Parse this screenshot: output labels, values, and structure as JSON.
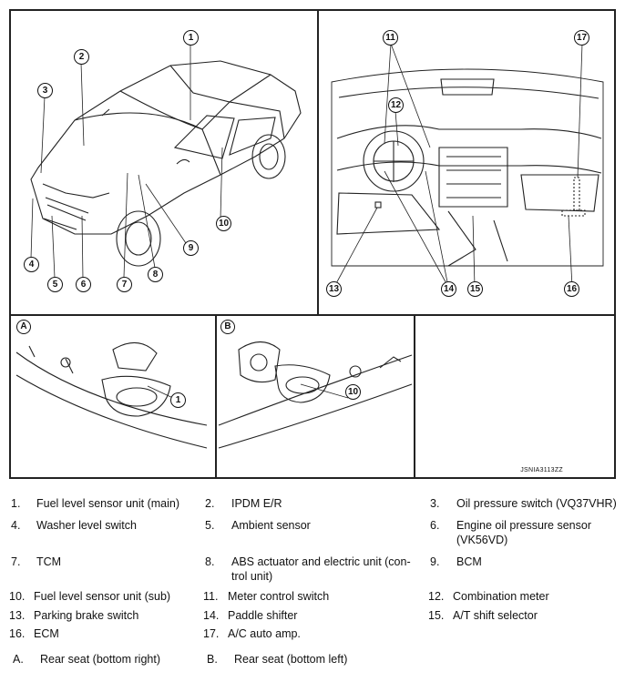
{
  "figure": {
    "code": "JSNIA3113ZZ",
    "panel_tags": [
      "A",
      "B"
    ],
    "callouts": [
      "1",
      "2",
      "3",
      "4",
      "5",
      "6",
      "7",
      "8",
      "9",
      "10",
      "11",
      "12",
      "13",
      "14",
      "15",
      "16",
      "17"
    ]
  },
  "legend": [
    {
      "num": "1.",
      "text": "Fuel level sensor unit (main)"
    },
    {
      "num": "2.",
      "text": "IPDM E/R"
    },
    {
      "num": "3.",
      "text": "Oil pressure switch (VQ37VHR)"
    },
    {
      "num": "4.",
      "text": "Washer level switch"
    },
    {
      "num": "5.",
      "text": "Ambient sensor"
    },
    {
      "num": "6.",
      "text": "Engine oil pressure sensor",
      "text2": "(VK56VD)"
    },
    {
      "num": "7.",
      "text": "TCM"
    },
    {
      "num": "8.",
      "text": "ABS actuator and electric unit (con-",
      "text2": "trol unit)"
    },
    {
      "num": "9.",
      "text": "BCM"
    },
    {
      "num": "10.",
      "text": "Fuel level sensor unit (sub)"
    },
    {
      "num": "11.",
      "text": "Meter control switch"
    },
    {
      "num": "12.",
      "text": "Combination meter"
    },
    {
      "num": "13.",
      "text": "Parking brake switch"
    },
    {
      "num": "14.",
      "text": "Paddle shifter"
    },
    {
      "num": "15.",
      "text": "A/T shift selector"
    },
    {
      "num": "16.",
      "text": "ECM"
    },
    {
      "num": "17.",
      "text": "A/C auto amp."
    },
    {
      "num": "A.",
      "text": "Rear seat (bottom right)"
    },
    {
      "num": "B.",
      "text": "Rear seat (bottom left)"
    }
  ]
}
